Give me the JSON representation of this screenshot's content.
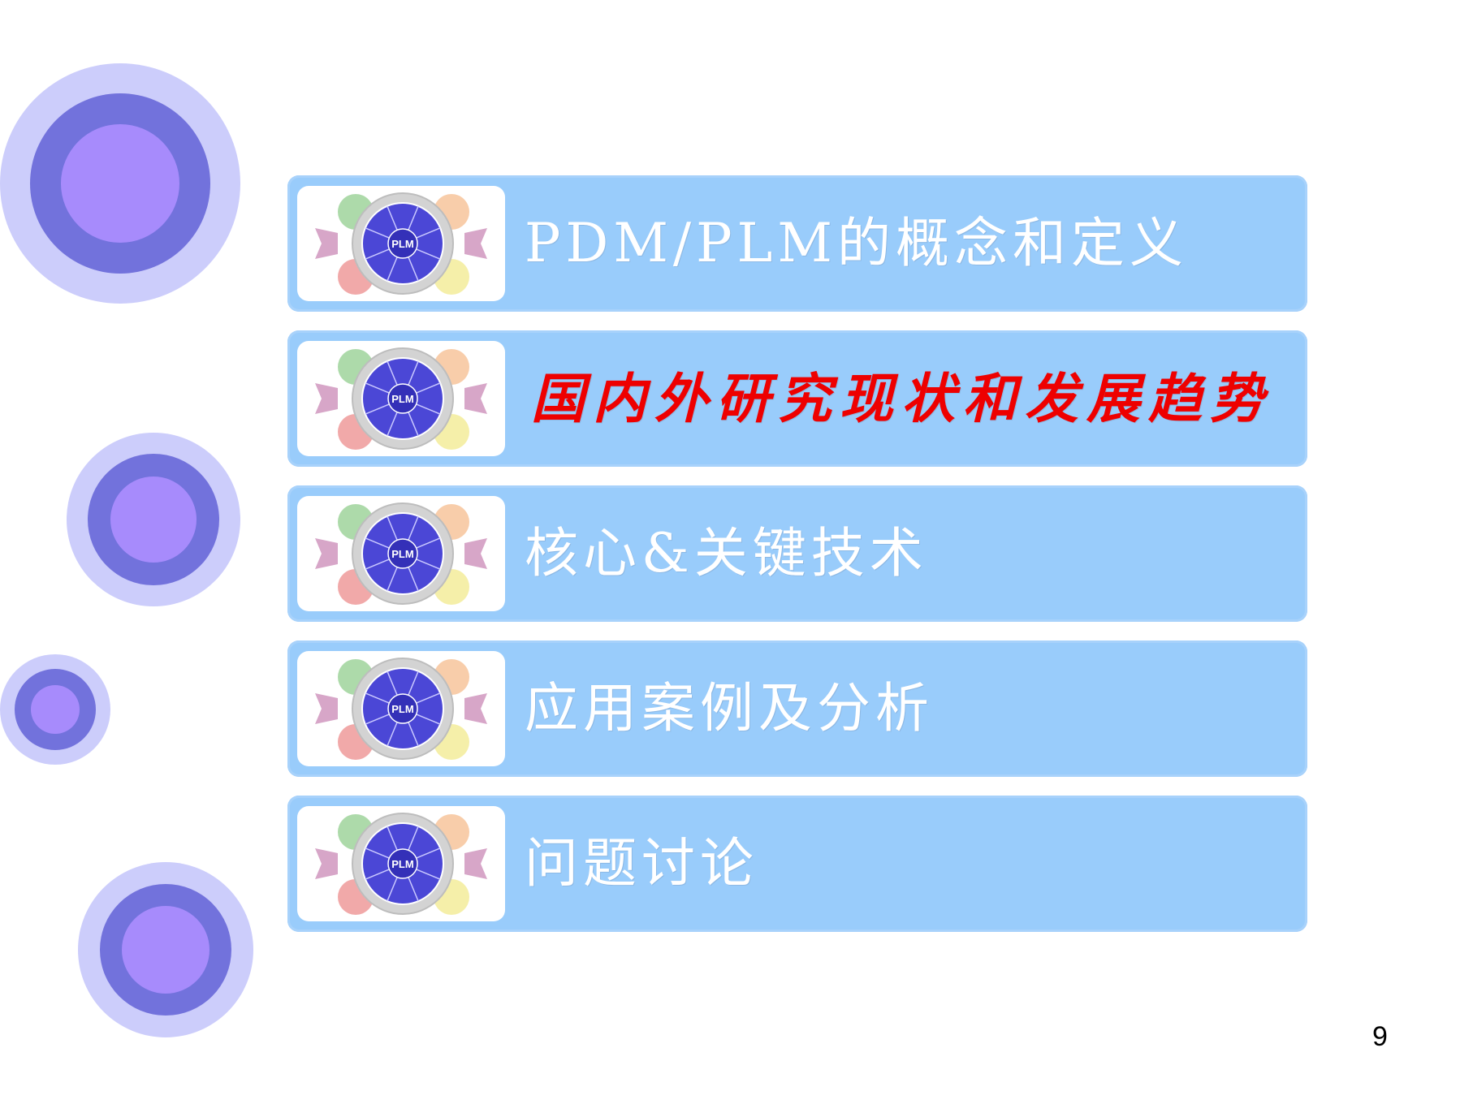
{
  "agenda": {
    "items": [
      {
        "label": "PDM/PLM的概念和定义",
        "highlighted": false
      },
      {
        "label": "国内外研究现状和发展趋势",
        "highlighted": true
      },
      {
        "label": "核心&关键技术",
        "highlighted": false
      },
      {
        "label": "应用案例及分析",
        "highlighted": false
      },
      {
        "label": "问题讨论",
        "highlighted": false
      }
    ],
    "thumbnail_center_label": "PLM",
    "thumbnail_icon": "plm-lifecycle-diagram-icon"
  },
  "colors": {
    "bar_background": "#99ccfb",
    "highlight_text": "#ee0000",
    "normal_text": "#ffffff",
    "circle_outer": "#cccdfb",
    "circle_mid": "#7272dc",
    "circle_inner": "#a78bfc"
  },
  "page_number": "9"
}
